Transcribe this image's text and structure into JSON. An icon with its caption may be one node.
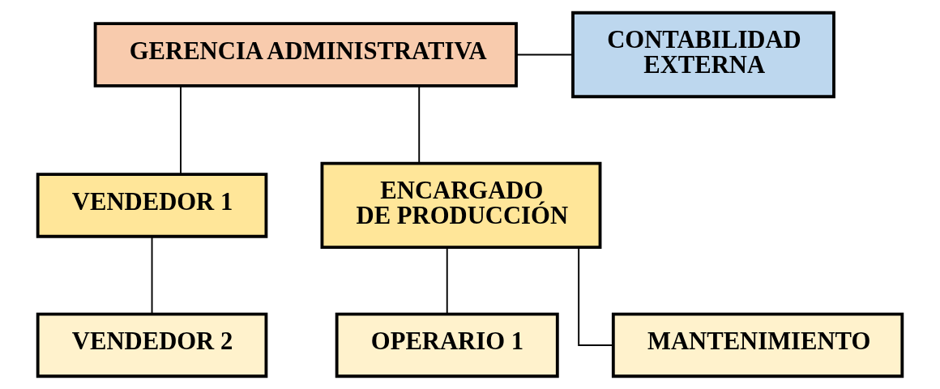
{
  "diagram": {
    "nodes": [
      {
        "text": [
          "GERENCIA ADMINISTRATIVA"
        ]
      },
      {
        "text": [
          "CONTABILIDAD EXTERNA"
        ]
      },
      {
        "text": [
          "VENDEDOR 1"
        ]
      },
      {
        "text": [
          "ENCARGADO DE PRODUCCIÓN"
        ]
      },
      {
        "text": [
          "VENDEDOR 2"
        ]
      },
      {
        "text": [
          "OPERARIO 1"
        ]
      },
      {
        "text": [
          "MANTENIMIENTO"
        ]
      }
    ],
    "edges": [
      {
        "from": 0,
        "to": 1,
        "arrow": "none"
      },
      {
        "from": 0,
        "to": 2,
        "arrow": "none"
      },
      {
        "from": 0,
        "to": 3,
        "arrow": "none"
      },
      {
        "from": 2,
        "to": 4,
        "arrow": "none"
      },
      {
        "from": 3,
        "to": 5,
        "arrow": "none"
      },
      {
        "from": 3,
        "to": 6,
        "arrow": "none"
      }
    ]
  }
}
